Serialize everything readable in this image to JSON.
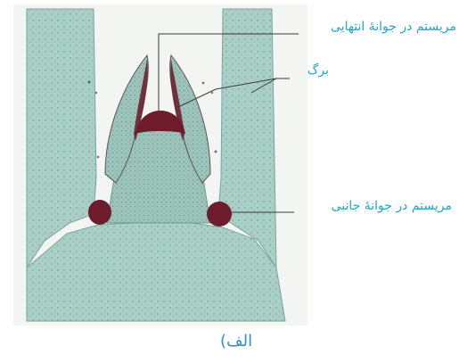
{
  "labels": {
    "apical_meristem": "مریستم در جوانهٔ انتهایی",
    "leaf": "برگ",
    "lateral_meristem": "مریستم در جوانهٔ جانبی"
  },
  "caption": "الف)",
  "colors": {
    "tissue": "#a8cdc4",
    "meristem": "#6e1c2c",
    "label_text": "#1da7c9",
    "leader_line": "#3a3a3a"
  }
}
